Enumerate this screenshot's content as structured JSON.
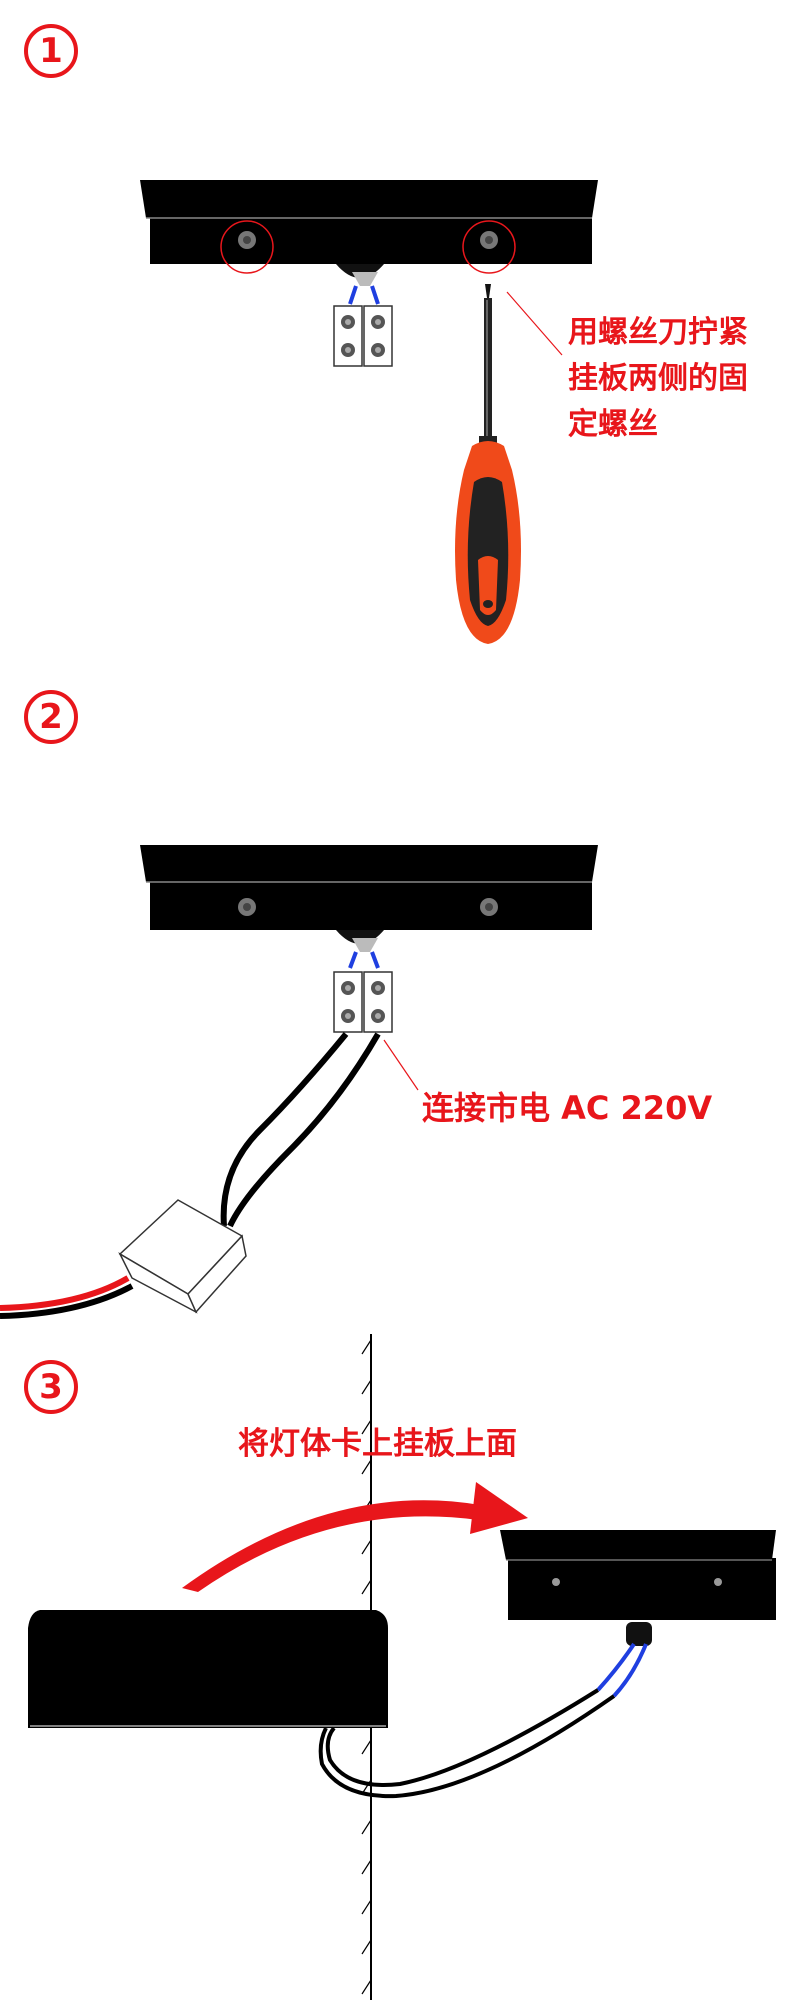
{
  "steps": [
    {
      "number": "1",
      "caption_lines": [
        "用螺丝刀拧紧",
        "挂板两侧的固",
        "定螺丝"
      ]
    },
    {
      "number": "2",
      "caption": "连接市电 AC 220V"
    },
    {
      "number": "3",
      "caption": "将灯体卡上挂板上面"
    }
  ],
  "colors": {
    "accent": "#e8161b",
    "plate": "#000000",
    "wire_blue": "#1f3fe0",
    "screwdriver_orange": "#f04a1a",
    "screwdriver_black": "#222222"
  },
  "icons": [
    "circled-number-1",
    "circled-number-2",
    "circled-number-3",
    "screwdriver-icon",
    "terminal-block-icon",
    "junction-box-icon"
  ]
}
